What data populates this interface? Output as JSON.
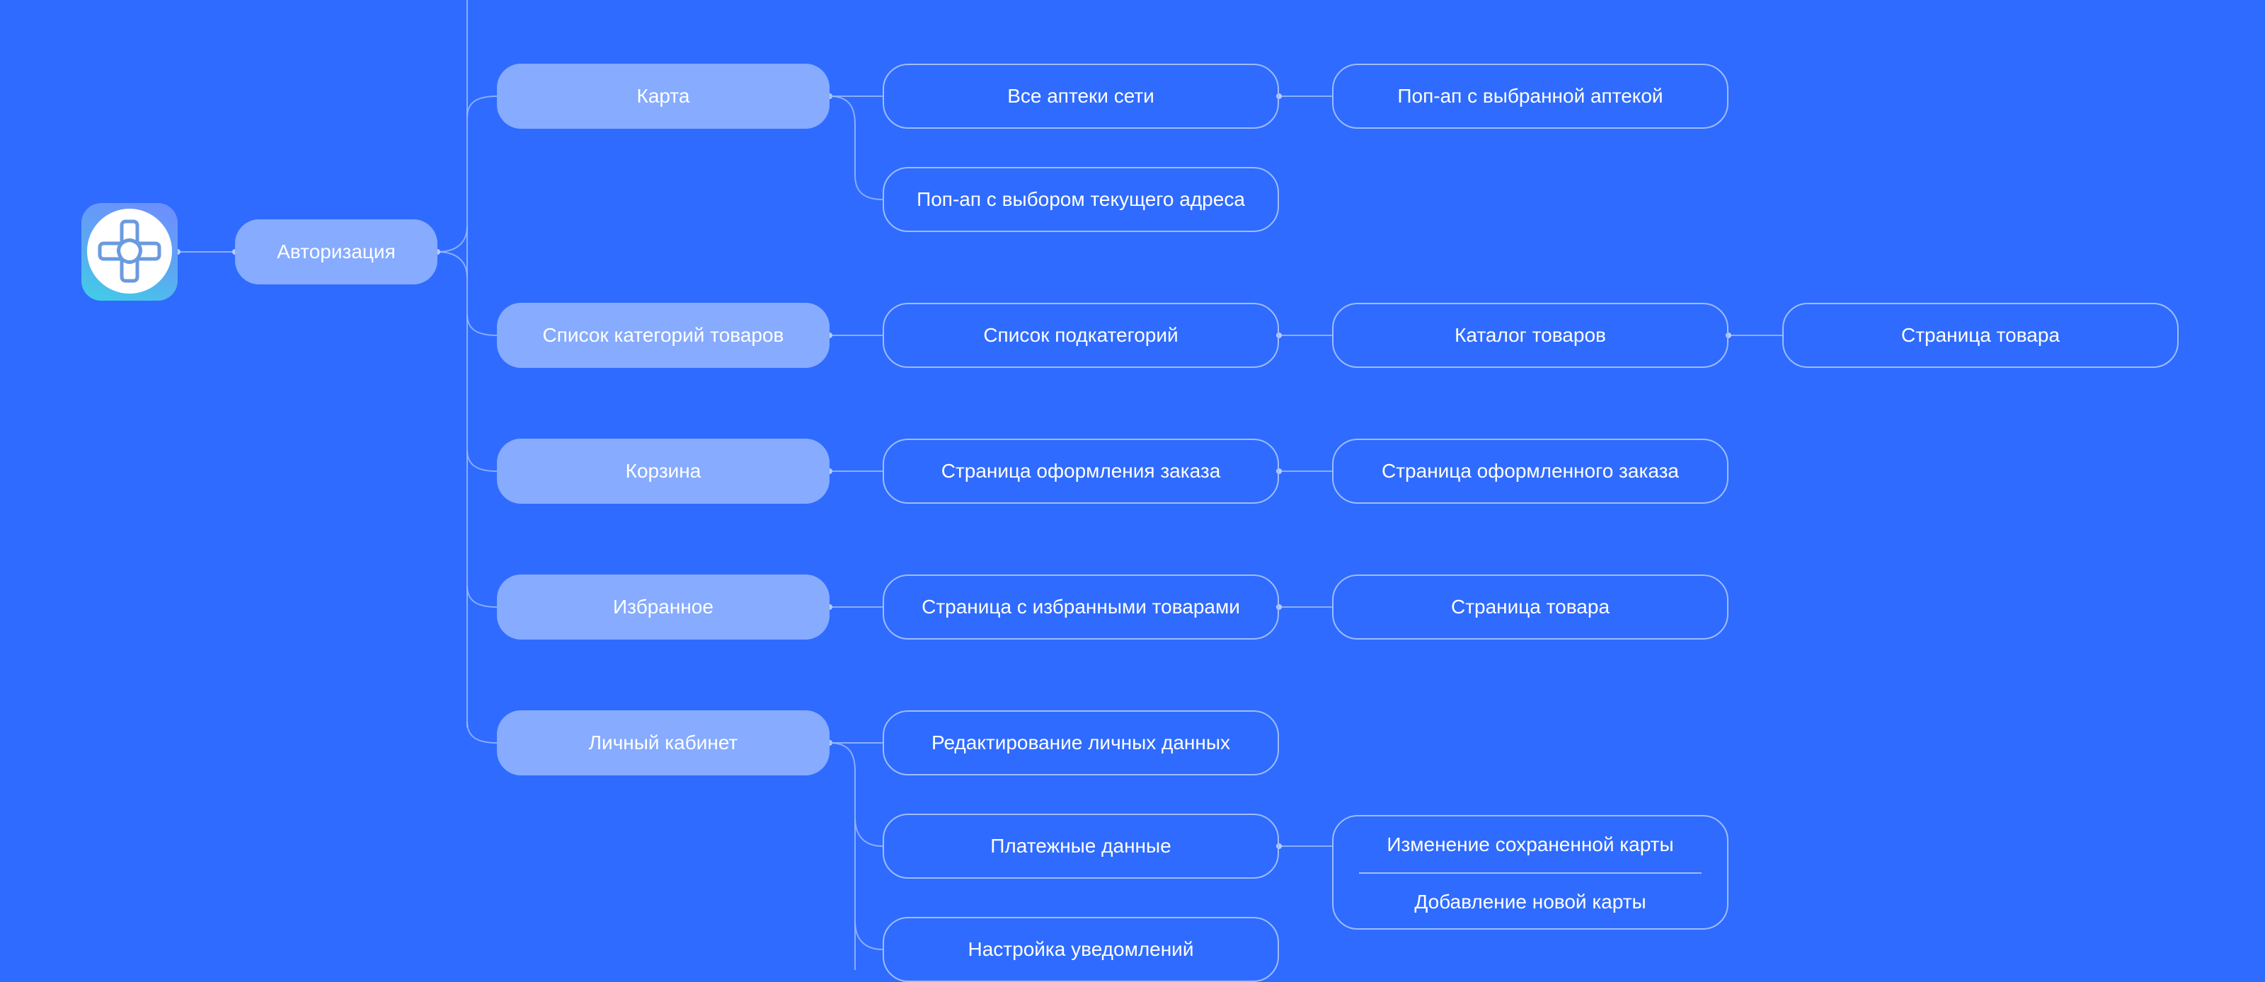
{
  "colors": {
    "background": "#2f6bfe",
    "primary_node": "#86abff",
    "outline": "#9ebcff",
    "connector": "#9ab8ff",
    "text": "#ffffff"
  },
  "app": {
    "icon": "medical-cross-icon"
  },
  "root": {
    "label": "Авторизация"
  },
  "sections": {
    "map": {
      "label": "Карта",
      "all_pharmacies": "Все аптеки сети",
      "selected_pharmacy_popup": "Поп-ап с выбранной аптекой",
      "address_popup": "Поп-ап с выбором текущего адреса"
    },
    "categories": {
      "label": "Список категорий товаров",
      "subcategories": "Список подкатегорий",
      "catalog": "Каталог товаров",
      "product_page": "Страница товара"
    },
    "cart": {
      "label": "Корзина",
      "checkout": "Страница оформления заказа",
      "order_placed": "Страница оформленного заказа"
    },
    "favorites": {
      "label": "Избранное",
      "favorites_page": "Страница с избранными товарами",
      "product_page": "Страница товара"
    },
    "profile": {
      "label": "Личный кабинет",
      "edit_personal": "Редактирование личных данных",
      "payment": "Платежные данные",
      "edit_card": "Изменение сохраненной карты",
      "add_card": "Добавление новой карты",
      "notifications": "Настройка уведомлений"
    }
  }
}
